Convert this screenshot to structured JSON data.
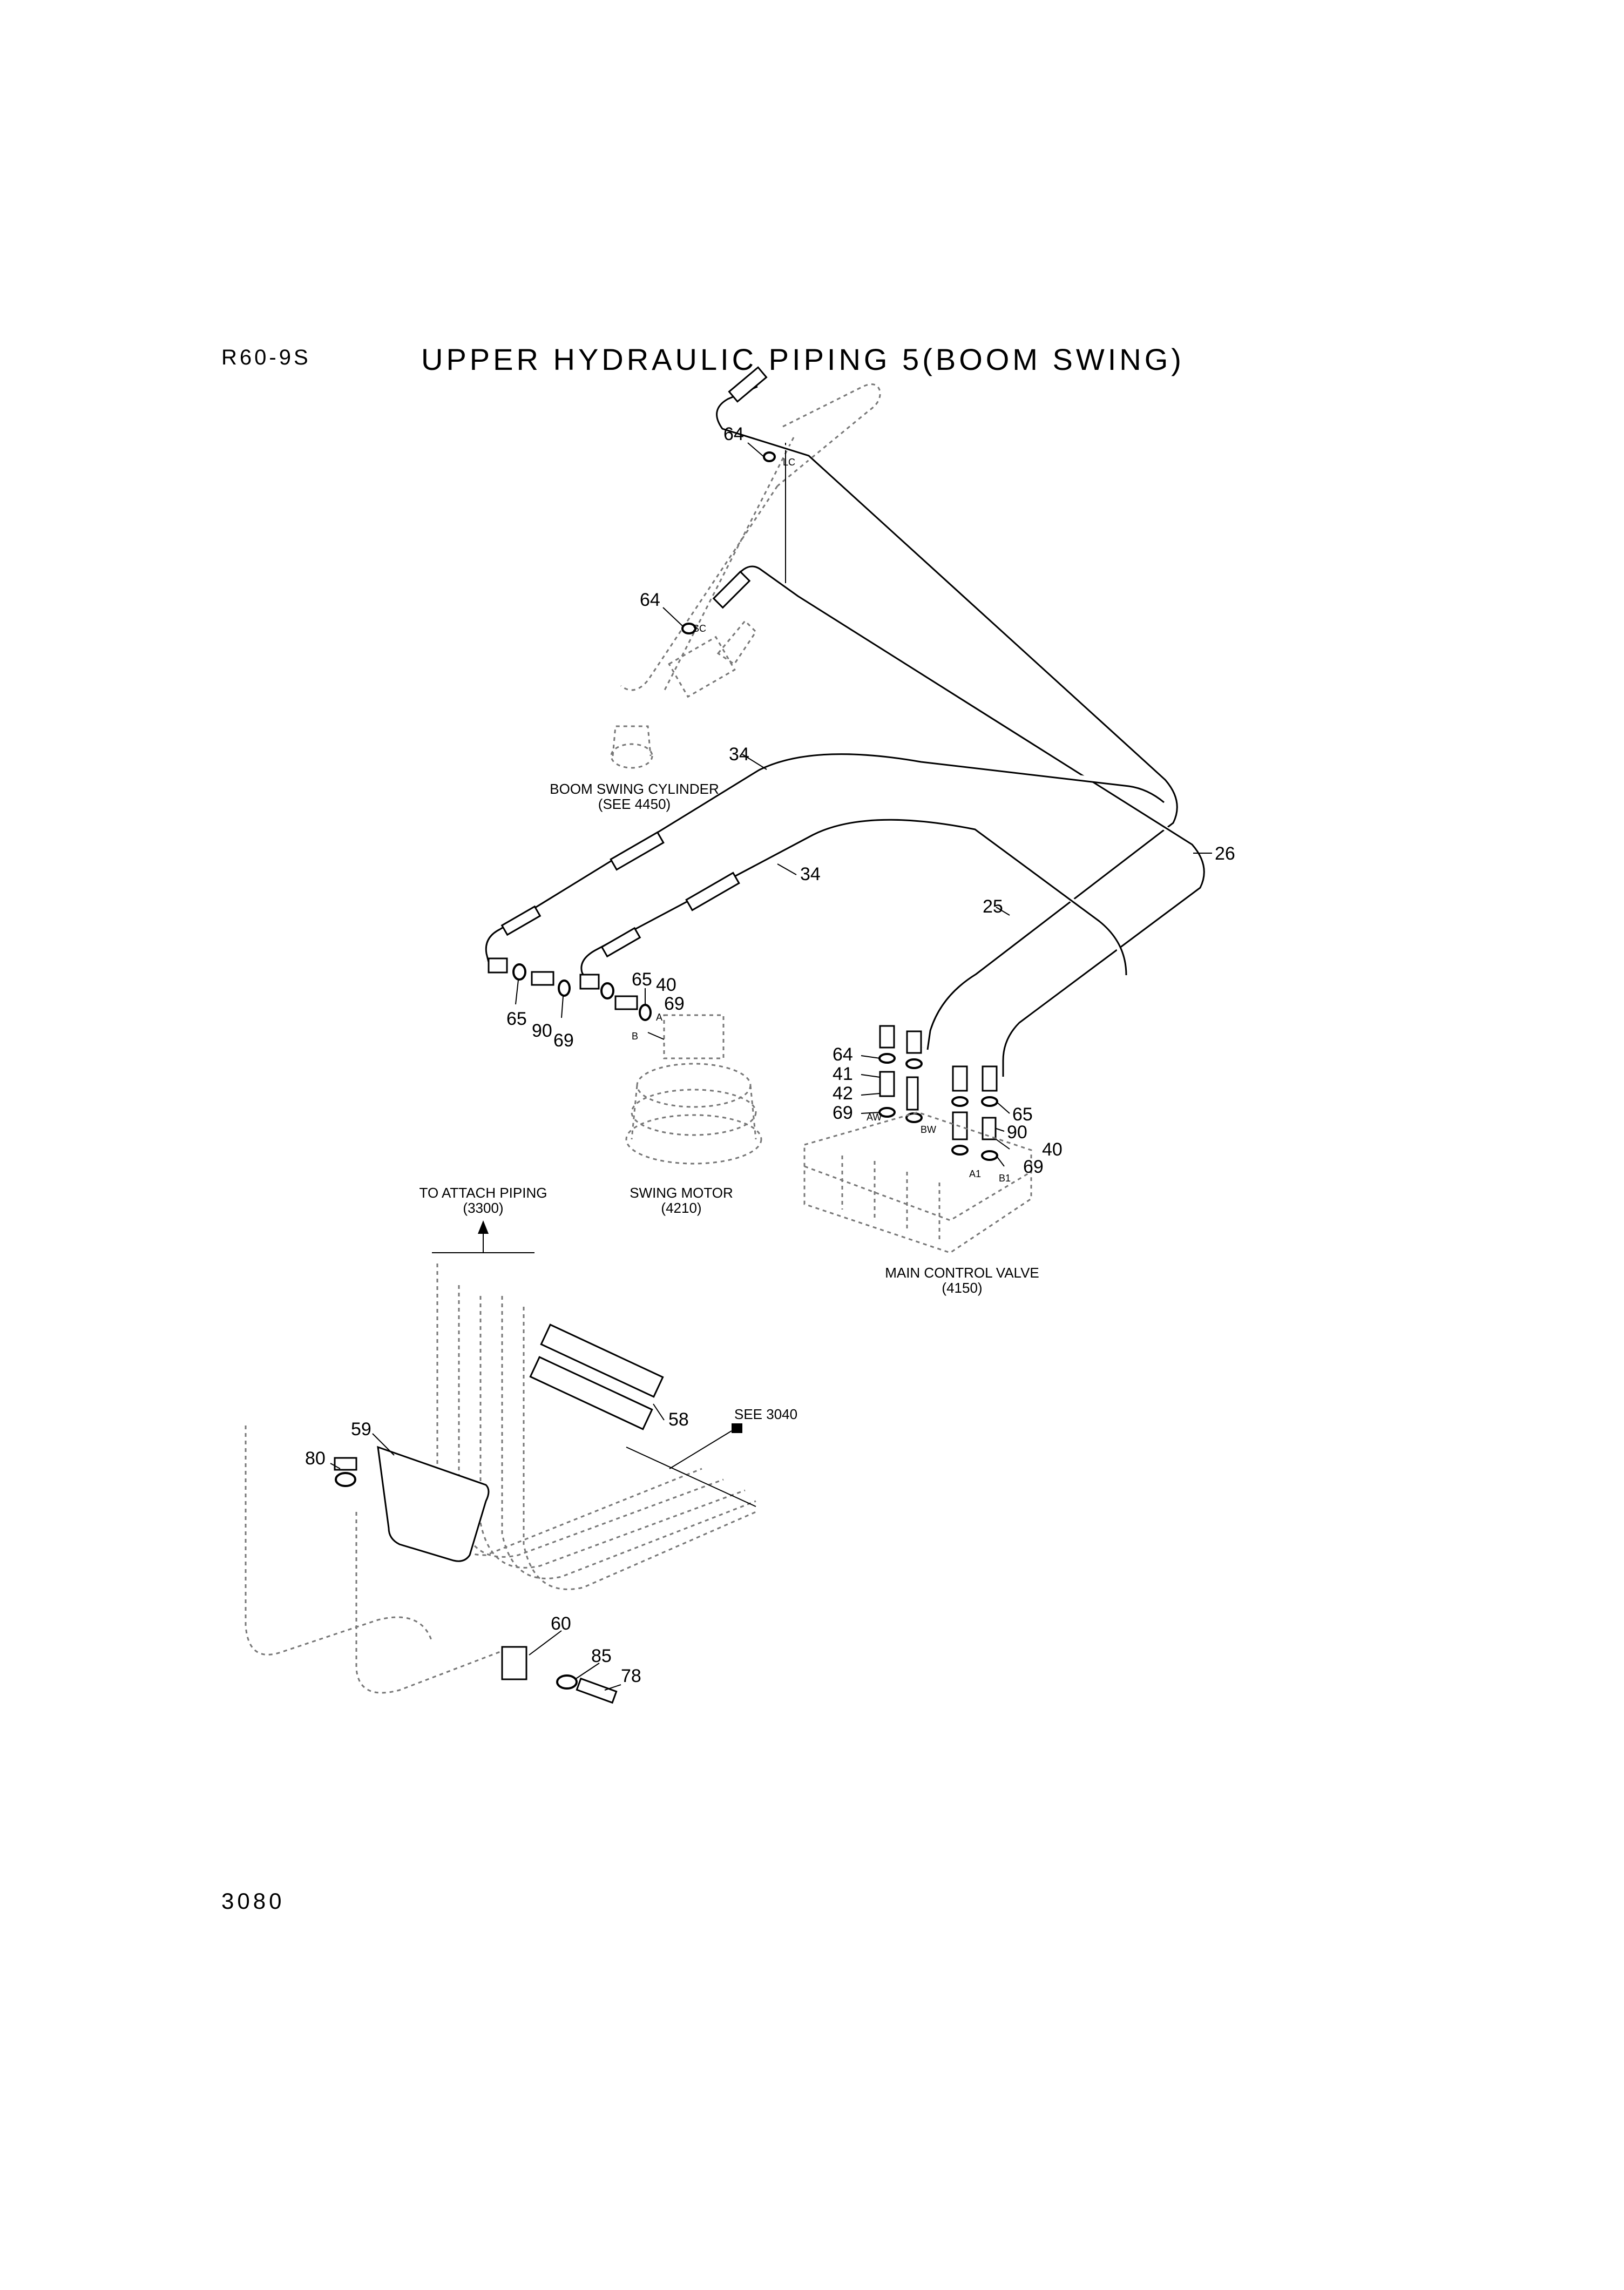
{
  "header": {
    "model": "R60-9S",
    "title": "UPPER HYDRAULIC PIPING 5(BOOM SWING)"
  },
  "footer": {
    "page_number": "3080"
  },
  "components": {
    "boom_swing_cylinder": {
      "name": "BOOM SWING CYLINDER",
      "ref": "(SEE 4450)"
    },
    "swing_motor": {
      "name": "SWING MOTOR",
      "ref": "(4210)"
    },
    "main_control_valve": {
      "name": "MAIN CONTROL VALVE",
      "ref": "(4150)"
    },
    "attach_piping": {
      "name": "TO ATTACH PIPING",
      "ref": "(3300)"
    },
    "see_ref": "SEE 3040"
  },
  "ports": {
    "lc": "LC",
    "sc": "SC",
    "a": "A",
    "b": "B",
    "aw": "AW",
    "bw": "BW",
    "a1": "A1",
    "b1": "B1"
  },
  "callouts": {
    "c64_top": "64",
    "c64_sc": "64",
    "c34_upper": "34",
    "c34_lower": "34",
    "c26": "26",
    "c25": "25",
    "c65_left": "65",
    "c90_left": "90",
    "c69_left": "69",
    "c65_motor": "65",
    "c40_motor": "40",
    "c69_motor": "69",
    "c64_valve": "64",
    "c41": "41",
    "c42": "42",
    "c69_valve": "69",
    "c65_valve": "65",
    "c90_valve": "90",
    "c40_valve": "40",
    "c69_valve_r": "69",
    "c59": "59",
    "c80": "80",
    "c58": "58",
    "c60": "60",
    "c85": "85",
    "c78": "78"
  }
}
